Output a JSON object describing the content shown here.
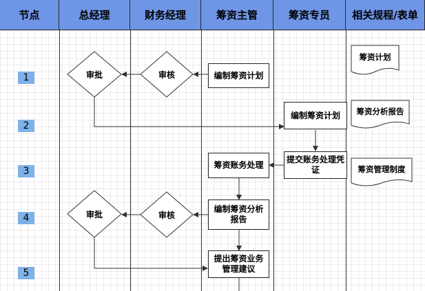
{
  "headers": {
    "node": "节点",
    "gm": "总经理",
    "fm": "财务经理",
    "supervisor": "筹资主管",
    "specialist": "筹资专员",
    "docs": "相关规程/表单"
  },
  "nodes": [
    "1",
    "2",
    "3",
    "4",
    "5"
  ],
  "steps": {
    "approve1": "审批",
    "review1": "审核",
    "plan_supervisor": "编制筹资计划",
    "plan_specialist": "编制筹资计划",
    "submit_voucher": "提交账务处理凭证",
    "accounting": "筹资账务处理",
    "analysis_report": "编制筹资分析报告",
    "approve2": "审批",
    "review2": "审核",
    "suggestion": "提出筹资业务管理建议"
  },
  "documents": {
    "plan": "筹资计划",
    "analysis": "筹资分析报告",
    "policy": "筹资管理制度"
  },
  "colors": {
    "header_bg": "#6f95e6",
    "node_bg": "#7fb1e8",
    "line": "#333333"
  }
}
